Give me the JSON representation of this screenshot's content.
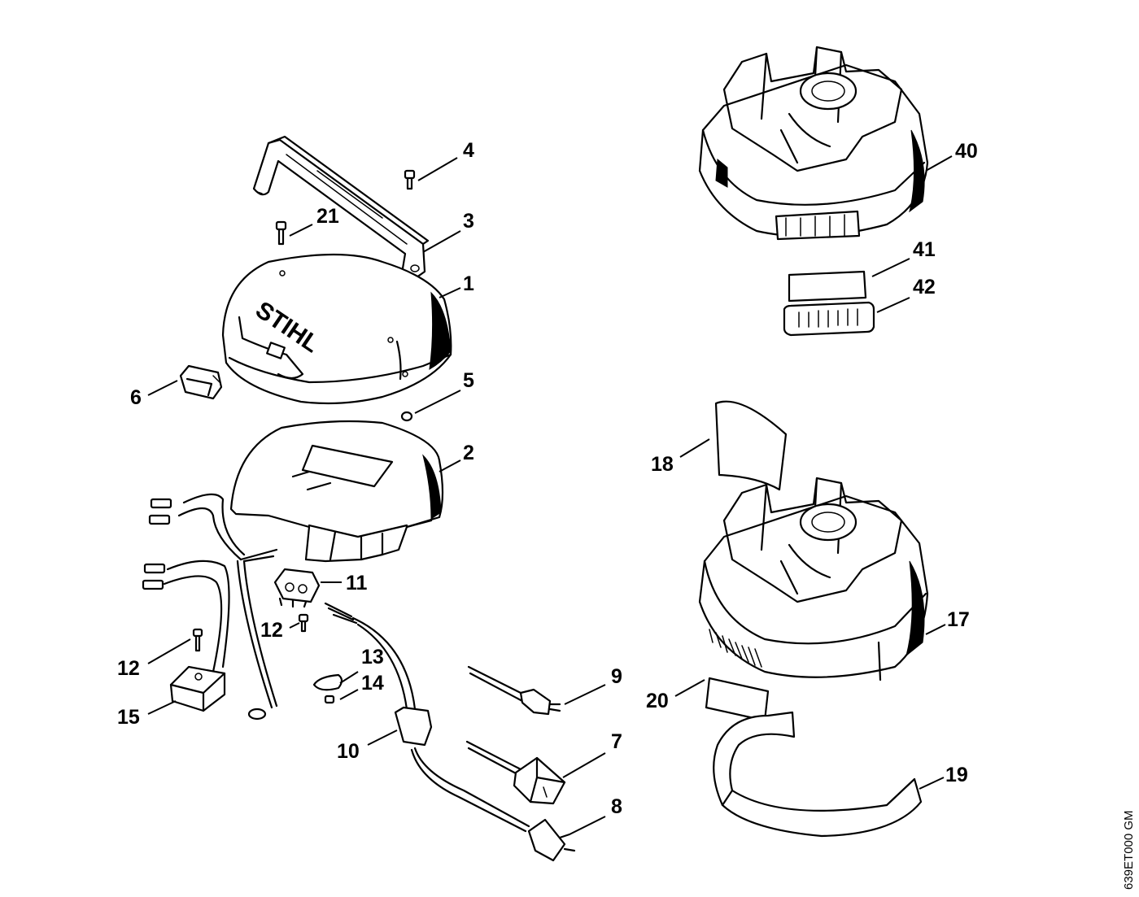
{
  "figure_code": "639ET000 GM",
  "logo_text": "STIHL",
  "callouts": {
    "c1": "1",
    "c2": "2",
    "c3": "3",
    "c4": "4",
    "c5": "5",
    "c6": "6",
    "c7": "7",
    "c8": "8",
    "c9": "9",
    "c10": "10",
    "c11": "11",
    "c12a": "12",
    "c12b": "12",
    "c13": "13",
    "c14": "14",
    "c15": "15",
    "c17": "17",
    "c18": "18",
    "c19": "19",
    "c20": "20",
    "c21": "21",
    "c40": "40",
    "c41": "41",
    "c42": "42"
  }
}
